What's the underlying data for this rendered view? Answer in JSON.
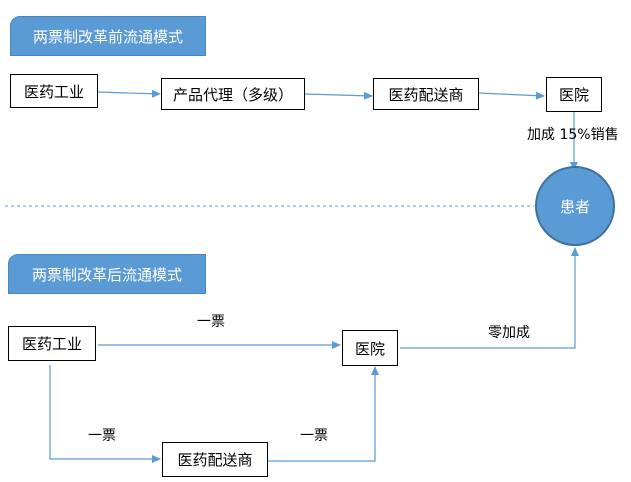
{
  "before": {
    "title": "两票制改革前流通模式",
    "nodes": {
      "industry": "医药工业",
      "agent": "产品代理（多级）",
      "distributor": "医药配送商",
      "hospital": "医院"
    },
    "markup_label": "加成 15%销售"
  },
  "patient": "患者",
  "after": {
    "title": "两票制改革后流通模式",
    "nodes": {
      "industry": "医药工业",
      "hospital": "医院",
      "distributor": "医药配送商"
    },
    "labels": {
      "industry_to_hospital": "一票",
      "industry_to_distributor": "一票",
      "distributor_to_hospital": "一票",
      "zero_markup": "零加成"
    }
  }
}
